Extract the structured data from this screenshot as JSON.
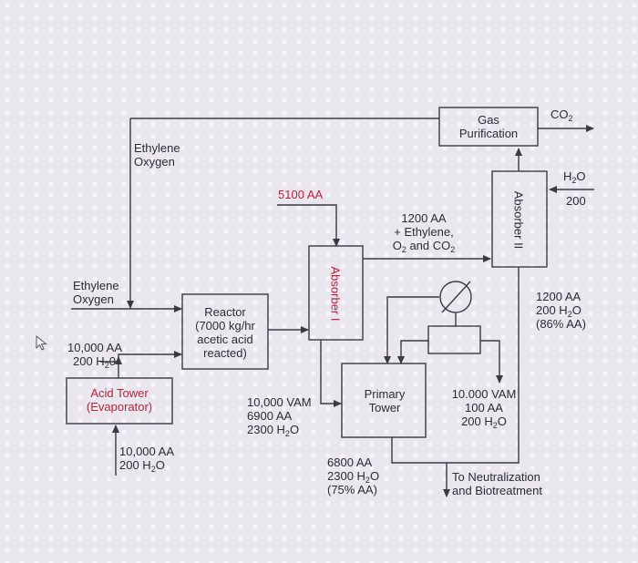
{
  "units": {
    "gas_purification": {
      "line1": "Gas",
      "line2": "Purification"
    },
    "absorber_2": "Absorber II",
    "absorber_1": "Absorber I",
    "reactor": {
      "line1": "Reactor",
      "line2": "(7000 kg/hr",
      "line3": "acetic acid",
      "line4": "reacted)"
    },
    "acid_tower": {
      "line1": "Acid Tower",
      "line2": "(Evaporator)"
    },
    "primary_tower": {
      "line1": "Primary",
      "line2": "Tower"
    }
  },
  "streams": {
    "co2_out": {
      "pre": "CO",
      "sub": "2",
      "post": ""
    },
    "water_in": {
      "pre": "H",
      "sub": "2",
      "post": "O"
    },
    "water_in_amount": "200",
    "ethylene_oxygen_top": {
      "line1": "Ethylene",
      "line2": "Oxygen"
    },
    "ethylene_oxygen_left": {
      "line1": "Ethylene",
      "line2": "Oxygen"
    },
    "aa_5100": "5100 AA",
    "gas_to_absorber2": {
      "line1": "1200 AA",
      "line2": "+ Ethylene,",
      "line3_a": "O",
      "line3_sub1": "2",
      "line3_b": " and CO",
      "line3_sub2": "2"
    },
    "absorber2_bottoms": {
      "line1": "1200 AA",
      "line2_a": "200 H",
      "line2_sub": "2",
      "line2_b": "O",
      "line3": "(86% AA)"
    },
    "feed_left": {
      "line1": "10,000 AA",
      "line2_a": "200 H",
      "line2_sub": "2",
      "line2_b": "0"
    },
    "reactor_product": {
      "line1": "10,000 VAM",
      "line2": "6900 AA",
      "line3_a": "2300 H",
      "line3_sub": "2",
      "line3_b": "O"
    },
    "acid_tower_feed": {
      "line1": "10,000 AA",
      "line2_a": "200 H",
      "line2_sub": "2",
      "line2_b": "O"
    },
    "vam_product": {
      "line1": "10.000 VAM",
      "line2": "100 AA",
      "line3_a": "200 H",
      "line3_sub": "2",
      "line3_b": "O"
    },
    "primary_bottoms": {
      "line1": "6800 AA",
      "line2_a": "2300 H",
      "line2_sub": "2",
      "line2_b": "O",
      "line3": "(75% AA)"
    },
    "to_neutralization": {
      "line1": "To Neutralization",
      "line2": "and Biotreatment"
    }
  },
  "colors": {
    "line": "#3a3a44",
    "highlight_text": "#c0203a",
    "background": "#e9e6ee"
  }
}
